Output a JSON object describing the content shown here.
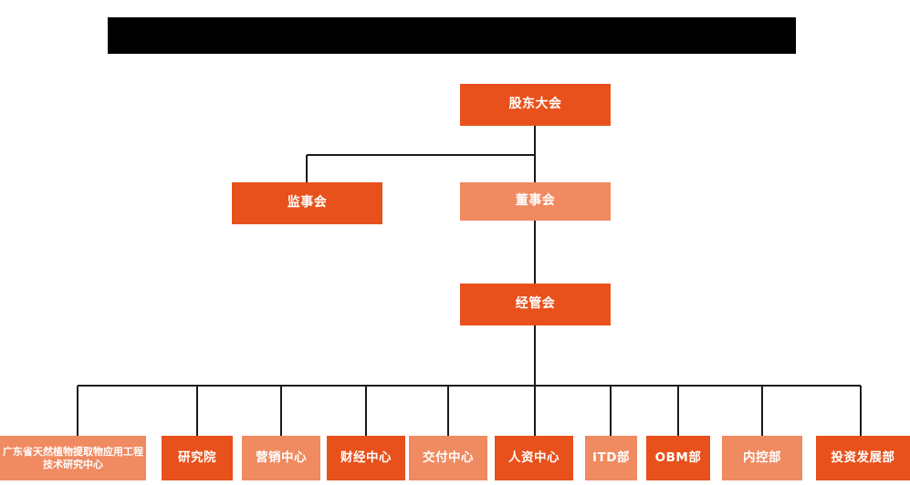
{
  "diagram": {
    "type": "org-chart",
    "title_bar": {
      "name": "redacted-title-bar",
      "state": "redacted",
      "color": "#000000"
    },
    "colors": {
      "background": "#FFFFFF",
      "node_dark": "#E8511B",
      "node_light": "#EF8A61",
      "connector": "#1A1A1A",
      "node_text": "#FFFFFF"
    },
    "levels": [
      {
        "level": 1,
        "nodes": [
          {
            "id": "shareholders",
            "label": "股东大会",
            "shade": "dark"
          }
        ]
      },
      {
        "level": 2,
        "nodes": [
          {
            "id": "supervisors",
            "label": "监事会",
            "shade": "dark"
          },
          {
            "id": "directors",
            "label": "董事会",
            "shade": "light"
          }
        ]
      },
      {
        "level": 3,
        "nodes": [
          {
            "id": "management",
            "label": "经管会",
            "shade": "dark"
          }
        ]
      },
      {
        "level": 4,
        "nodes": [
          {
            "id": "research-center",
            "label": "广东省天然植物提取物应用工程技术研究中心",
            "shade": "light"
          },
          {
            "id": "institute",
            "label": "研究院",
            "shade": "dark"
          },
          {
            "id": "marketing-center",
            "label": "营销中心",
            "shade": "light"
          },
          {
            "id": "finance-center",
            "label": "财经中心",
            "shade": "dark"
          },
          {
            "id": "delivery-center",
            "label": "交付中心",
            "shade": "light"
          },
          {
            "id": "hr-center",
            "label": "人资中心",
            "shade": "dark"
          },
          {
            "id": "itd-dept",
            "label": "ITD部",
            "shade": "light"
          },
          {
            "id": "obm-dept",
            "label": "OBM部",
            "shade": "dark"
          },
          {
            "id": "internal-control-dept",
            "label": "内控部",
            "shade": "light"
          },
          {
            "id": "investment-dev-dept",
            "label": "投资发展部",
            "shade": "dark"
          }
        ]
      }
    ]
  }
}
